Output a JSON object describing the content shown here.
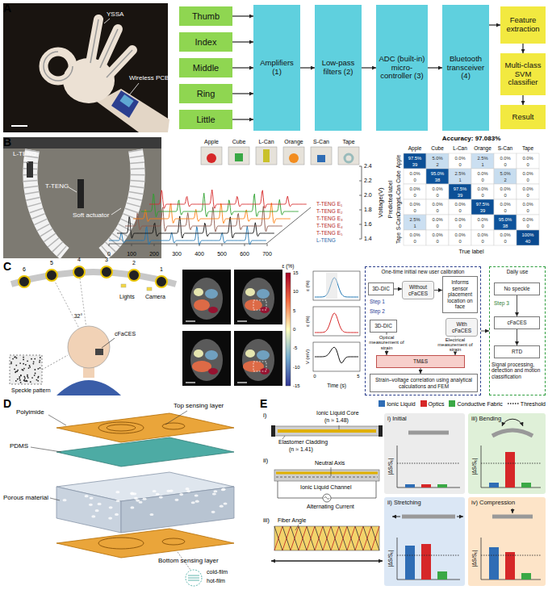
{
  "diagram": {
    "nodes": [
      {
        "text": [
          "Thumb"
        ]
      },
      {
        "text": [
          "Index"
        ]
      },
      {
        "text": [
          "Middle"
        ]
      },
      {
        "text": [
          "Ring"
        ]
      },
      {
        "text": [
          "Little"
        ]
      },
      {
        "text": [
          "Amplifiers (1)"
        ]
      },
      {
        "text": [
          "Low-pass filters (2)"
        ]
      },
      {
        "text": [
          "ADC (built-in) micro-controller (3)"
        ]
      },
      {
        "text": [
          "Bluetooth transceiver (4)"
        ]
      },
      {
        "text": [
          "Feature extraction"
        ]
      },
      {
        "text": [
          "Multi-class SVM classifier"
        ]
      },
      {
        "text": [
          "Result"
        ]
      },
      {
        "text": [
          "One-time initial new user calibration"
        ]
      },
      {
        "text": [
          "3D-DIC"
        ],
        "in": 12
      },
      {
        "text": [
          "Without cFaCES"
        ],
        "in": 12
      },
      {
        "text": [
          "Informs sensor placement location on face"
        ],
        "in": 12
      },
      {
        "text": [
          "3D-DIC"
        ],
        "in": 12
      },
      {
        "text": [
          "With cFaCES"
        ],
        "in": 12
      },
      {
        "text": [
          "TM&S"
        ],
        "in": 12
      },
      {
        "text": [
          "Strain–voltage correlation using analytical calculations and FEM"
        ],
        "in": 12
      },
      {
        "text": [
          "Daily use"
        ]
      },
      {
        "text": [
          "No speckle"
        ],
        "in": 20
      },
      {
        "text": [
          "cFaCES"
        ],
        "in": 20
      },
      {
        "text": [
          "RTD"
        ],
        "in": 20
      },
      {
        "text": [
          "i) Initial"
        ]
      },
      {
        "text": [
          "iii) Bending"
        ]
      },
      {
        "text": [
          "ii) Stretching"
        ]
      },
      {
        "text": [
          "iv) Compression"
        ]
      }
    ],
    "edges": [
      {
        "from": 0,
        "to": 5,
        "arrow": "to"
      },
      {
        "from": 1,
        "to": 5,
        "arrow": "to"
      },
      {
        "from": 2,
        "to": 5,
        "arrow": "to"
      },
      {
        "from": 3,
        "to": 5,
        "arrow": "to"
      },
      {
        "from": 4,
        "to": 5,
        "arrow": "to"
      },
      {
        "from": 5,
        "to": 6,
        "arrow": "to"
      },
      {
        "from": 6,
        "to": 7,
        "arrow": "to"
      },
      {
        "from": 7,
        "to": 8,
        "arrow": "to"
      },
      {
        "from": 8,
        "to": 9,
        "arrow": "to"
      },
      {
        "from": 9,
        "to": 10,
        "arrow": "to"
      },
      {
        "from": 10,
        "to": 11,
        "arrow": "to"
      },
      {
        "from": 13,
        "to": 14,
        "arrow": "to"
      },
      {
        "from": 14,
        "to": 15,
        "arrow": "to"
      },
      {
        "from": 16,
        "to": 18,
        "arrow": "to",
        "label": "Optical measurement of strain"
      },
      {
        "from": 17,
        "to": 18,
        "arrow": "to",
        "label": "Electrical measurement of strain"
      },
      {
        "from": 18,
        "to": 19,
        "arrow": "to"
      },
      {
        "from": 12,
        "to": 20,
        "arrow": "to"
      },
      {
        "from": 21,
        "to": 22,
        "arrow": "to"
      },
      {
        "from": 22,
        "to": 23,
        "arrow": "to"
      }
    ],
    "labels": [
      "A",
      "YSSA",
      "Wireless PCB",
      "B",
      "L-TENG",
      "T-TENG",
      "Soft actuator",
      "Apple",
      "Cube",
      "L-Can",
      "Orange",
      "S-Can",
      "Tape",
      "2.4",
      "2.2",
      "2.0",
      "1.8",
      "1.6",
      "1.4",
      "Voltage(V)",
      "T-TENG E₁",
      "T-TENG E₂",
      "T-TENG E₃",
      "T-TENG E₄",
      "T-TENG E₅",
      "L-TENG",
      "0",
      "100",
      "200",
      "300",
      "400",
      "500",
      "600",
      "700",
      "Accuracy: 97.083%",
      "Apple",
      "Cube",
      "L-Can",
      "Orange",
      "S-Can",
      "Tape",
      "Apple",
      "Cube",
      "L-Can",
      "Orange",
      "S-Can",
      "Tape",
      "Predicted label",
      "True label",
      "97.5%",
      "39",
      "5.0%",
      "2",
      "0.0%",
      "0",
      "2.5%",
      "1",
      "0.0%",
      "0",
      "0.0%",
      "0",
      "0.0%",
      "0",
      "95.0%",
      "38",
      "2.5%",
      "1",
      "0.0%",
      "0",
      "5.0%",
      "2",
      "0.0%",
      "0",
      "0.0%",
      "0",
      "0.0%",
      "0",
      "97.5%",
      "39",
      "0.0%",
      "0",
      "0.0%",
      "0",
      "0.0%",
      "0",
      "0.0%",
      "0",
      "0.0%",
      "0",
      "0.0%",
      "0",
      "97.5%",
      "39",
      "0.0%",
      "0",
      "0.0%",
      "0",
      "2.5%",
      "1",
      "0.0%",
      "0",
      "0.0%",
      "0",
      "0.0%",
      "0",
      "95.0%",
      "38",
      "0.0%",
      "0",
      "0.0%",
      "0",
      "0.0%",
      "0",
      "0.0%",
      "0",
      "0.0%",
      "0",
      "0.0%",
      "0",
      "100%",
      "40",
      "C",
      "6",
      "5",
      "4",
      "3",
      "2",
      "1",
      "32°",
      "cFaCES",
      "Lights",
      "Camera",
      "Speckle pattern",
      "ε (%)",
      "15",
      "10",
      "5",
      "0",
      "-5",
      "-10",
      "-15",
      "ε (%)",
      "ε (%)",
      "V (mV)",
      "Time (s)",
      "0",
      "5",
      "Step 1",
      "Step 2",
      "Step 3",
      "Signal processing, detection and motion classification",
      "D",
      "Polyimide",
      "Top sensing layer",
      "PDMS",
      "Porous material",
      "Bottom sensing layer",
      "cold-film",
      "hot-film",
      "E",
      "i)",
      "Ionic Liquid Core",
      "(n ≈ 1.48)",
      "Elastomer Cladding",
      "(n ≈ 1.41)",
      "ii)",
      "Neutral Axis",
      "Ionic Liquid Channel",
      "Alternating Current",
      "iii)",
      "Fiber Angle",
      "|ΔS/S₀|",
      "|ΔS/S₀|",
      "|ΔS/S₀|",
      "|ΔS/S₀|"
    ],
    "legend": [
      {
        "text": "Ionic Liquid",
        "color": "#2f6db5"
      },
      {
        "text": "Optics",
        "color": "#d62728"
      },
      {
        "text": "Conductive Fabric",
        "color": "#3aa845"
      },
      {
        "text": "Threshold"
      }
    ]
  }
}
